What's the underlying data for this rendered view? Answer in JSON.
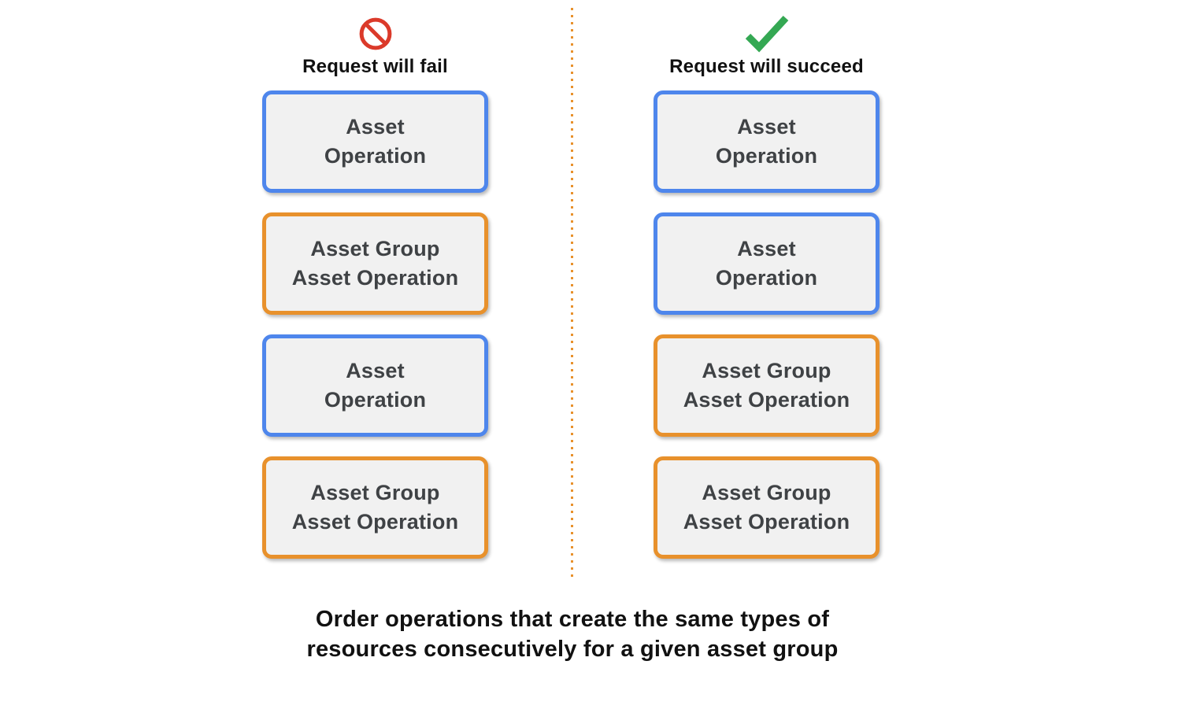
{
  "columns": {
    "fail": {
      "icon": "prohibition-icon",
      "heading": "Request will fail",
      "boxes": [
        {
          "type": "asset-operation",
          "line1": "Asset",
          "line2": "Operation",
          "border_color": "#4e86ec"
        },
        {
          "type": "asset-group-asset-operation",
          "line1": "Asset Group",
          "line2": "Asset Operation",
          "border_color": "#e8912c"
        },
        {
          "type": "asset-operation",
          "line1": "Asset",
          "line2": "Operation",
          "border_color": "#4e86ec"
        },
        {
          "type": "asset-group-asset-operation",
          "line1": "Asset Group",
          "line2": "Asset Operation",
          "border_color": "#e8912c"
        }
      ]
    },
    "succeed": {
      "icon": "checkmark-icon",
      "heading": "Request will succeed",
      "boxes": [
        {
          "type": "asset-operation",
          "line1": "Asset",
          "line2": "Operation",
          "border_color": "#4e86ec"
        },
        {
          "type": "asset-operation",
          "line1": "Asset",
          "line2": "Operation",
          "border_color": "#4e86ec"
        },
        {
          "type": "asset-group-asset-operation",
          "line1": "Asset Group",
          "line2": "Asset Operation",
          "border_color": "#e8912c"
        },
        {
          "type": "asset-group-asset-operation",
          "line1": "Asset Group",
          "line2": "Asset Operation",
          "border_color": "#e8912c"
        }
      ]
    }
  },
  "caption": {
    "line1": "Order operations that create the same types of",
    "line2": "resources consecutively for a given asset group"
  },
  "colors": {
    "blue_border": "#4e86ec",
    "orange_border": "#e8912c",
    "box_fill": "#f1f1f1",
    "box_text": "#3f4245",
    "fail_red": "#db3a2a",
    "success_green": "#34a853",
    "divider_orange": "#e8912c",
    "heading_text": "#111111"
  }
}
